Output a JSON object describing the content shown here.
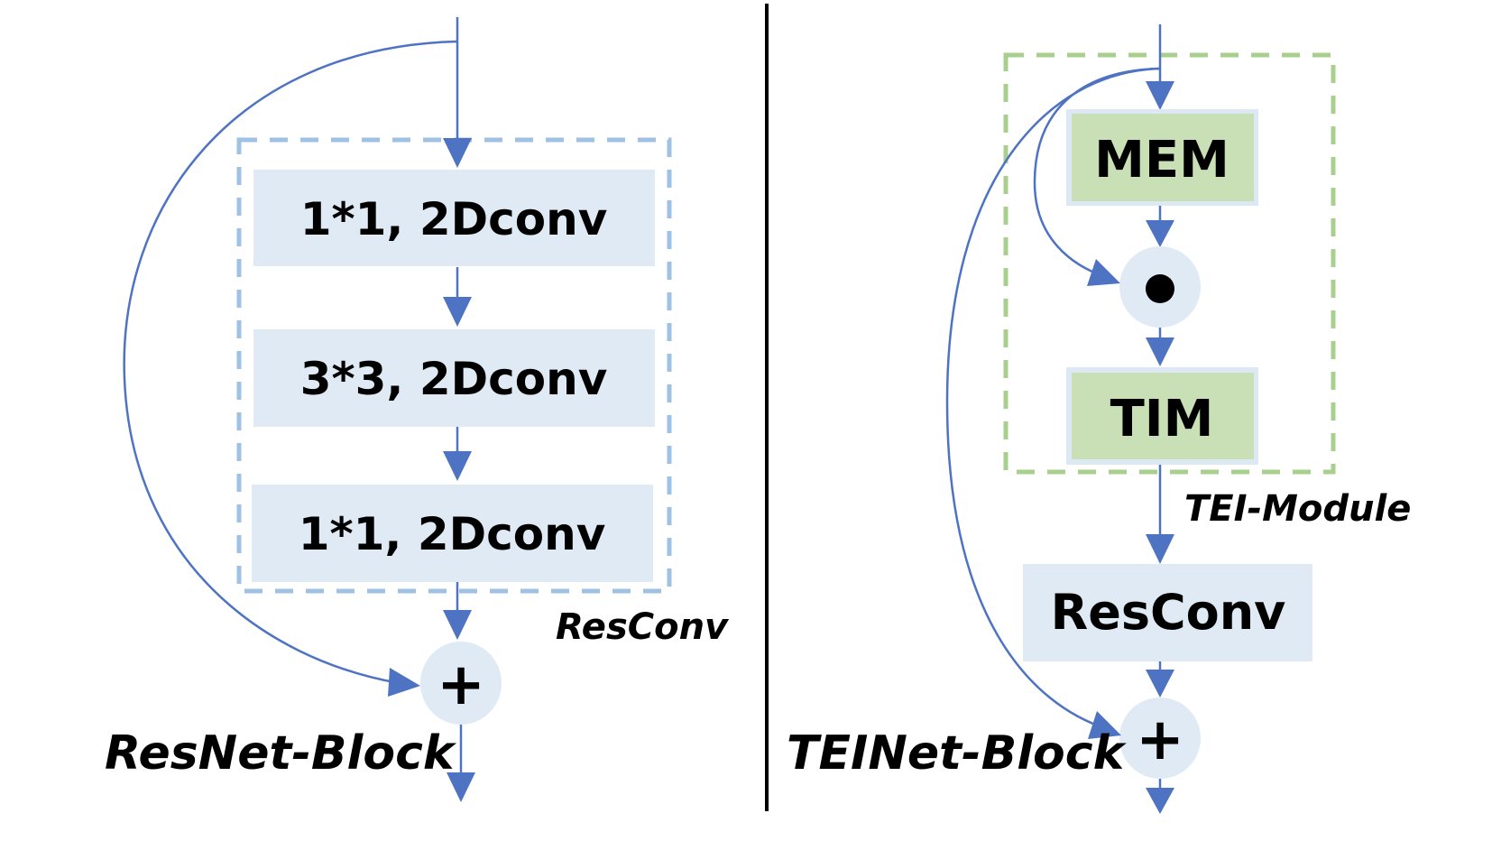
{
  "colors": {
    "arrow": "#4E73C2",
    "block_fill": "#DFEAF5",
    "resconv_dash": "#9FC2E4",
    "tei_fill": "#C9DFB6",
    "tei_border": "#DCE8F4",
    "tei_dash": "#A9CF8E",
    "divider": "#000000",
    "text": "#000000"
  },
  "left": {
    "title": "ResNet-Block",
    "group_label": "ResConv",
    "layers": [
      {
        "label": "1*1, 2Dconv"
      },
      {
        "label": "3*3, 2Dconv"
      },
      {
        "label": "1*1, 2Dconv"
      }
    ],
    "merge_op": "+"
  },
  "right": {
    "title": "TEINet-Block",
    "module_label": "TEI-Module",
    "modules": [
      {
        "label": "MEM"
      },
      {
        "label": "TIM"
      }
    ],
    "multiply_op": "●",
    "resconv_label": "ResConv",
    "merge_op": "+"
  }
}
